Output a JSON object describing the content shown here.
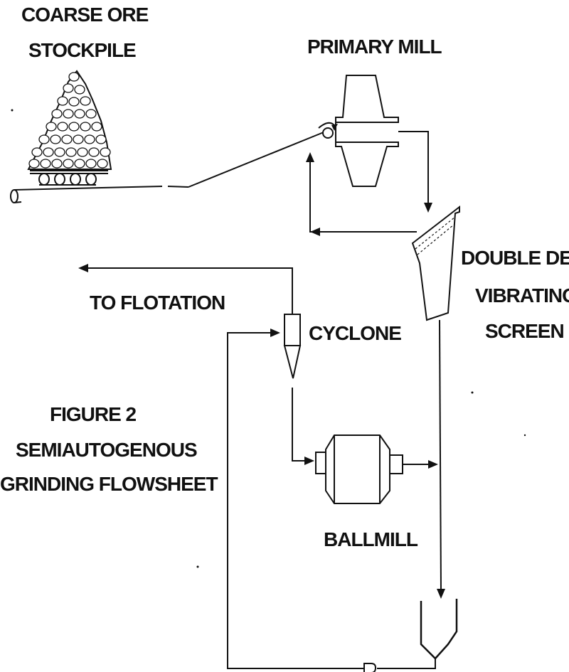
{
  "labels": {
    "stockpile_line1": "COARSE ORE",
    "stockpile_line2": "STOCKPILE",
    "primary_mill": "PRIMARY MILL",
    "screen_line1": "DOUBLE DECK",
    "screen_line2": "VIBRATING",
    "screen_line3": "SCREEN",
    "to_flotation": "TO FLOTATION",
    "cyclone": "CYCLONE",
    "figure_line1": "FIGURE 2",
    "figure_line2": "SEMIAUTOGENOUS",
    "figure_line3": "GRINDING FLOWSHEET",
    "ballmill": "BALLMILL"
  }
}
